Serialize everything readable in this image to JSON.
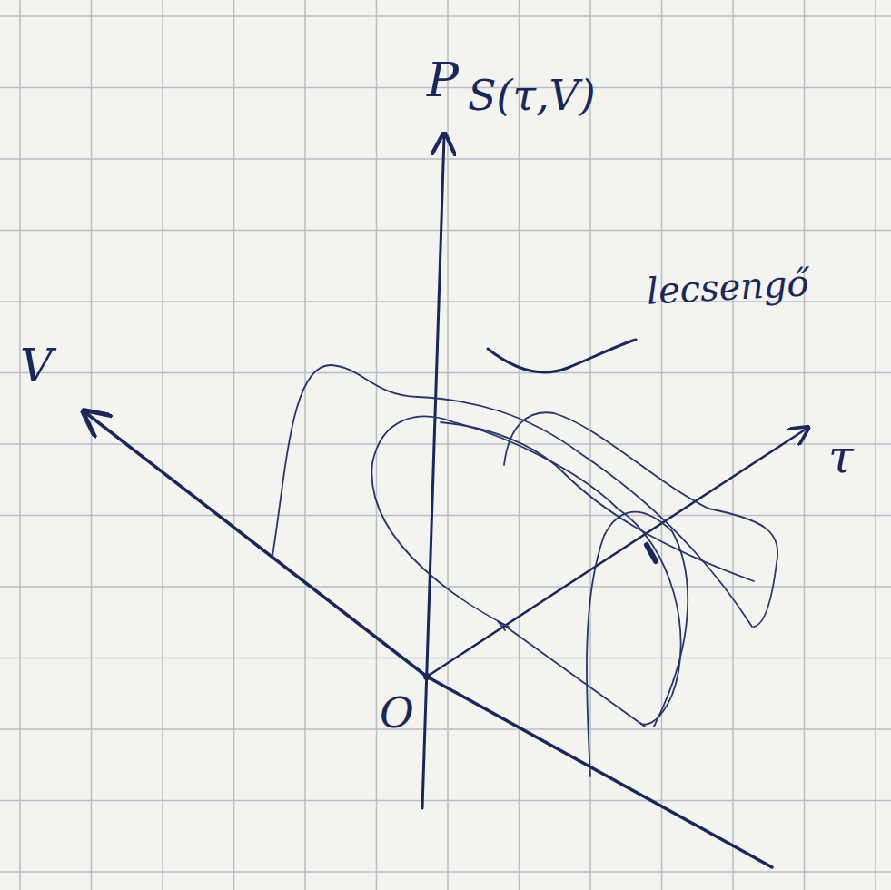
{
  "diagram": {
    "labels": [
      "P",
      "S(τ,V)",
      "lecsengő",
      "V",
      "τ",
      "O"
    ]
  }
}
